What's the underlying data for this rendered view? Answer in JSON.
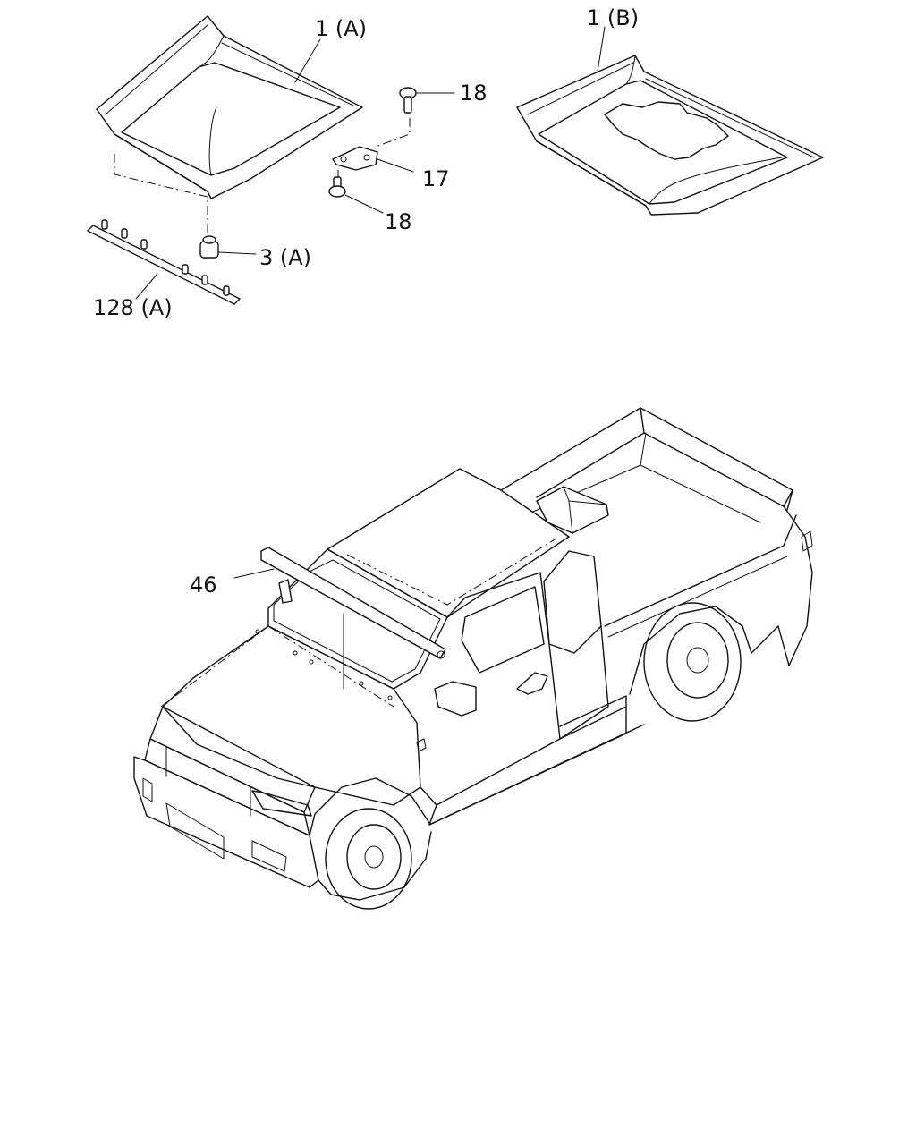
{
  "labels": {
    "hood_a": "1 (A)",
    "hood_b": "1 (B)",
    "bolt_top": "18",
    "hinge": "17",
    "bolt_bottom": "18",
    "bumper": "3 (A)",
    "seal_strip": "128 (A)",
    "deflector": "46"
  }
}
